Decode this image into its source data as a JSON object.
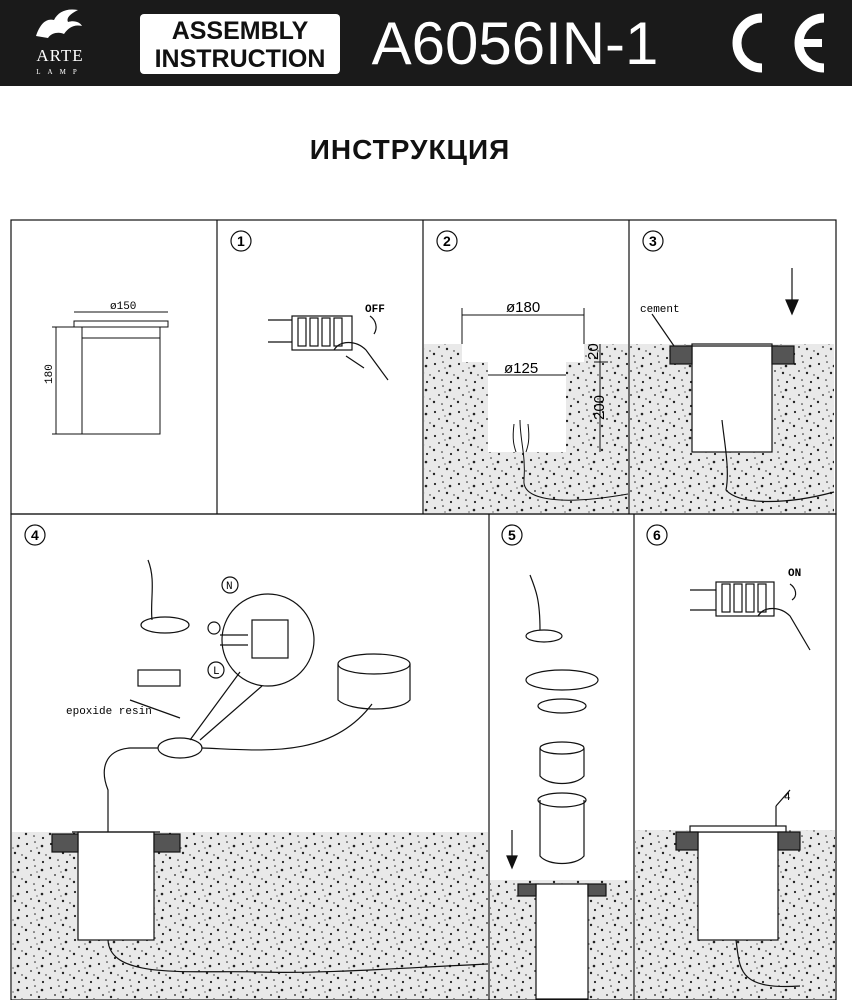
{
  "header": {
    "brand": "ARTE",
    "brand_sub": "LAMP",
    "assembly_line1": "ASSEMBLY",
    "assembly_line2": "INSTRUCTION",
    "model": "A6056IN-1",
    "certification": "CE"
  },
  "page_title": "ИНСТРУКЦИЯ",
  "panels": {
    "dims": {
      "width_label": "ø150",
      "height_label": "180"
    },
    "step1": {
      "num": "1",
      "switch_label": "OFF"
    },
    "step2": {
      "num": "2",
      "outer_label": "ø180",
      "inner_label": "ø125",
      "depth_top": "20",
      "depth_total": "200"
    },
    "step3": {
      "num": "3",
      "cement_label": "cement"
    },
    "step4": {
      "num": "4",
      "resin_label": "epoxide resin",
      "n_label": "N",
      "l_label": "L"
    },
    "step5": {
      "num": "5"
    },
    "step6": {
      "num": "6",
      "switch_label": "ON",
      "depth_label": "4"
    }
  },
  "colors": {
    "header_bg": "#1a1a1a",
    "ink": "#111111",
    "soil_bg": "#e6e6e6"
  }
}
